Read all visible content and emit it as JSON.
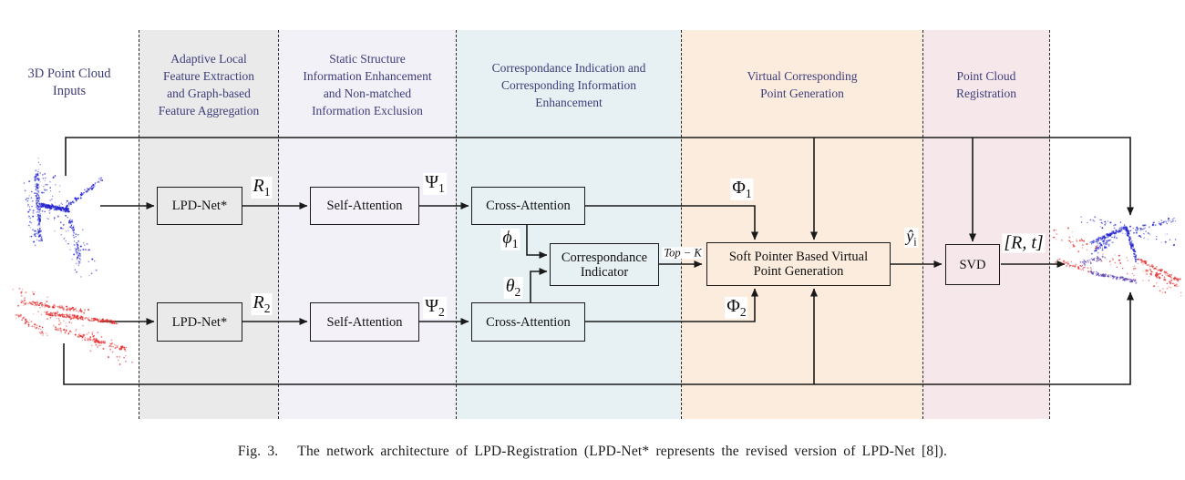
{
  "io": {
    "input_label": "3D Point Cloud\nInputs"
  },
  "stages": [
    {
      "title": "Adaptive Local\nFeature Extraction\nand Graph-based\nFeature Aggregation",
      "bg": "#eaeaea"
    },
    {
      "title": "Static Structure\nInformation Enhancement\nand Non-matched\nInformation Exclusion",
      "bg": "#f3f1f8"
    },
    {
      "title": "Correspondance Indication and\nCorresponding Information\nEnhancement",
      "bg": "#e7f0f2"
    },
    {
      "title": "Virtual Corresponding\nPoint Generation",
      "bg": "#fcecdd"
    },
    {
      "title": "Point Cloud\nRegistration",
      "bg": "#f6e8ea"
    }
  ],
  "blocks": {
    "lpd1": "LPD-Net*",
    "sa1": "Self-Attention",
    "ca1": "Cross-Attention",
    "lpd2": "LPD-Net*",
    "sa2": "Self-Attention",
    "ca2": "Cross-Attention",
    "ci": "Correspondance\nIndicator",
    "sp": "Soft Pointer Based Virtual\nPoint Generation",
    "svd": "SVD"
  },
  "labels": {
    "r1": {
      "main": "R",
      "sub": "1"
    },
    "psi1": {
      "main": "Ψ",
      "sub": "1"
    },
    "phi1": {
      "main": "ϕ",
      "sub": "1"
    },
    "r2": {
      "main": "R",
      "sub": "2"
    },
    "psi2": {
      "main": "Ψ",
      "sub": "2"
    },
    "theta2": {
      "main": "θ",
      "sub": "2"
    },
    "cphi1": {
      "main": "Φ",
      "sub": "1"
    },
    "cphi2": {
      "main": "Φ",
      "sub": "2"
    },
    "topk": "Top − K",
    "yhat": {
      "main": "ŷ",
      "sub": "i"
    },
    "rt": "[R, t]"
  },
  "colors": {
    "header_text": "#3d3d7a",
    "band_gray": "#eaeaea",
    "band_lavender": "#f3f1f8",
    "band_cyan": "#e7f0f2",
    "band_peach": "#fcecdd",
    "band_pink": "#f6e8ea",
    "cloud_blue": "#2323cf",
    "cloud_red": "#e22d2d",
    "cloud_purple": "#5b3cb4"
  },
  "caption": "Fig. 3.   The network architecture of LPD-Registration (LPD-Net* represents the revised version of LPD-Net [8])."
}
